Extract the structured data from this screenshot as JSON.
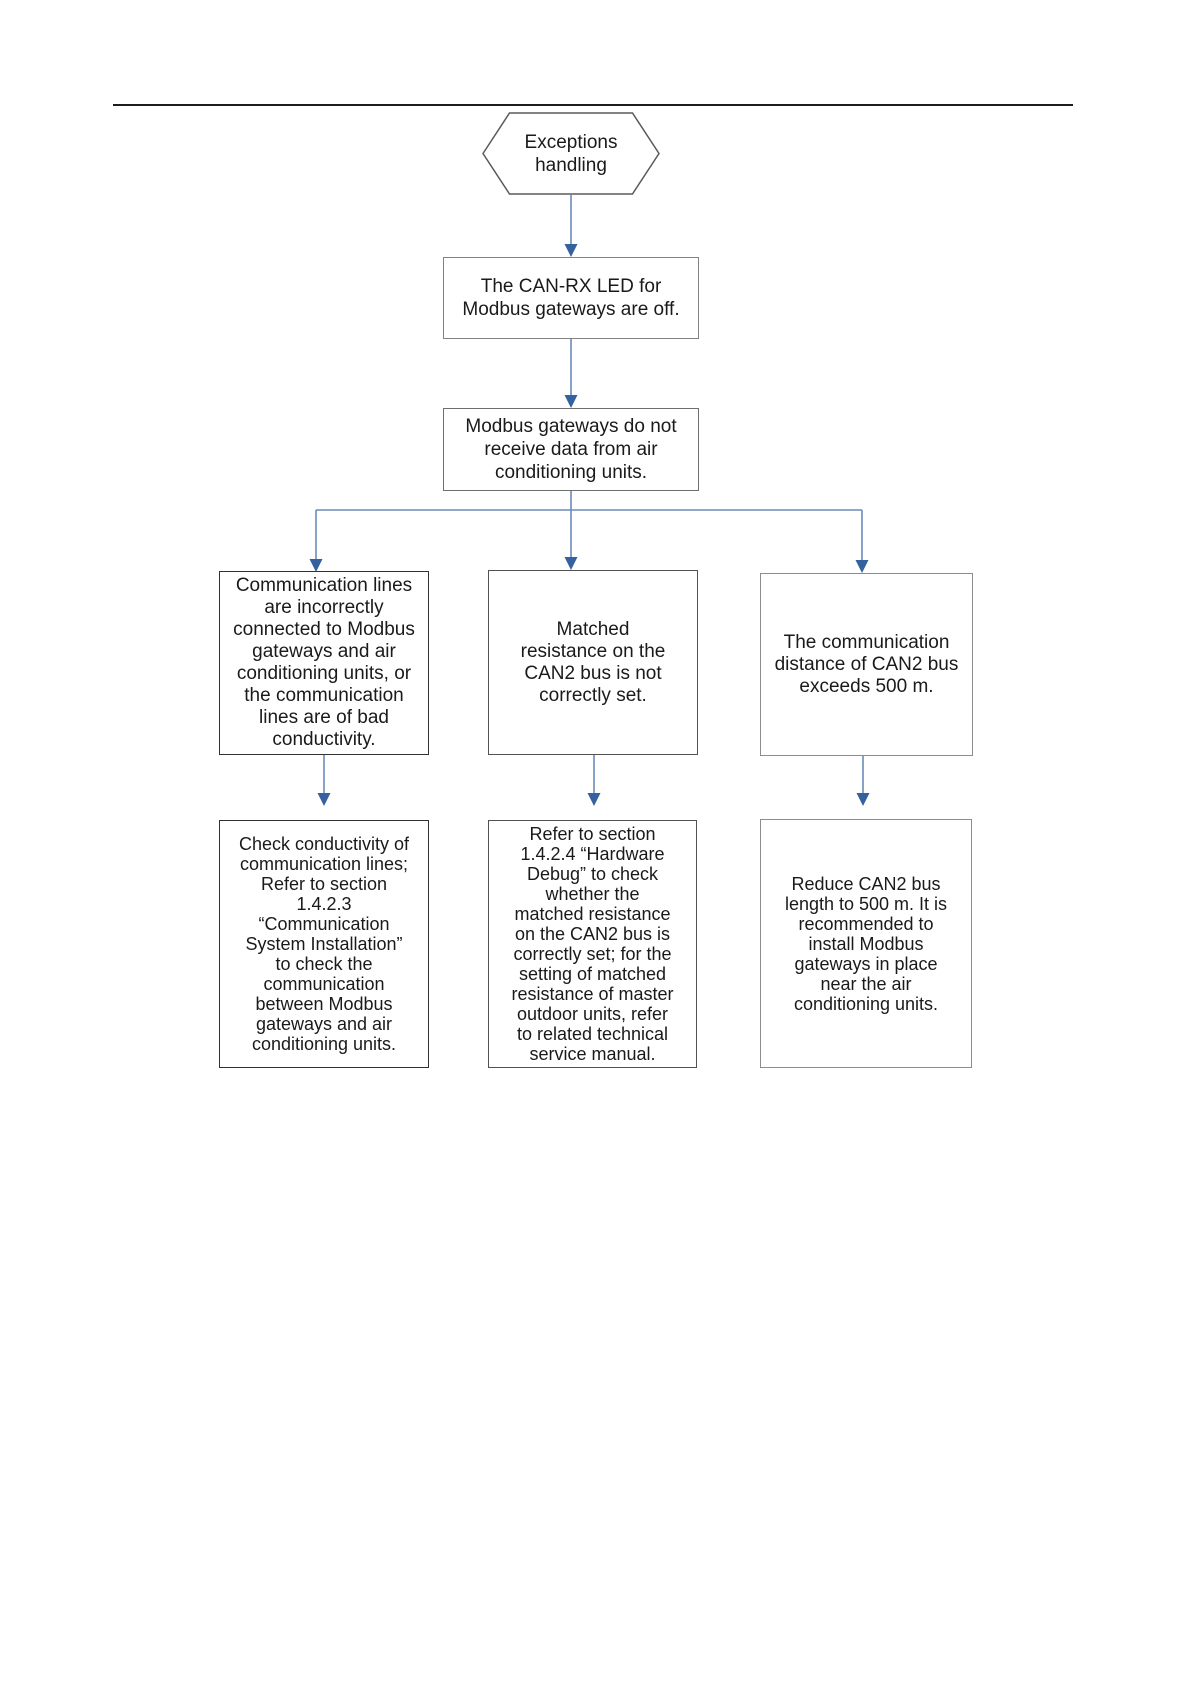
{
  "flowchart": {
    "start": {
      "text": "Exceptions\nhandling"
    },
    "symptom1": {
      "text": "The CAN-RX LED for\nModbus gateways are off."
    },
    "symptom2": {
      "text": "Modbus gateways do not\nreceive data from air\nconditioning units."
    },
    "causes": [
      {
        "text": "Communication lines\nare incorrectly\nconnected to Modbus\ngateways and air\nconditioning units, or\nthe communication\nlines are of bad\nconductivity."
      },
      {
        "text": "Matched\nresistance on the\nCAN2 bus is not\ncorrectly set."
      },
      {
        "text": "The communication\ndistance of CAN2 bus\nexceeds 500 m."
      }
    ],
    "solutions": [
      {
        "text": "Check conductivity of\ncommunication lines;\nRefer to section\n1.4.2.3\n“Communication\nSystem Installation”\nto check the\ncommunication\nbetween Modbus\ngateways and air\nconditioning units."
      },
      {
        "text": "Refer to section\n1.4.2.4 “Hardware\nDebug” to check\nwhether the\nmatched resistance\non the CAN2 bus is\ncorrectly set; for the\nsetting of matched\nresistance of master\noutdoor units, refer\nto related technical\nservice manual."
      },
      {
        "text": "Reduce CAN2 bus\nlength to 500 m. It is\nrecommended to\ninstall Modbus\ngateways in place\nnear the air\nconditioning units."
      }
    ]
  },
  "colors": {
    "connector_line": "#6b8cba",
    "arrowhead_fill": "#35629f",
    "header_rule": "#1c1c1c",
    "text": "#1a1a1a",
    "border_dark": "#323232",
    "border_medium": "#525252",
    "border_gray": "#8d8d8d",
    "background": "#ffffff"
  }
}
